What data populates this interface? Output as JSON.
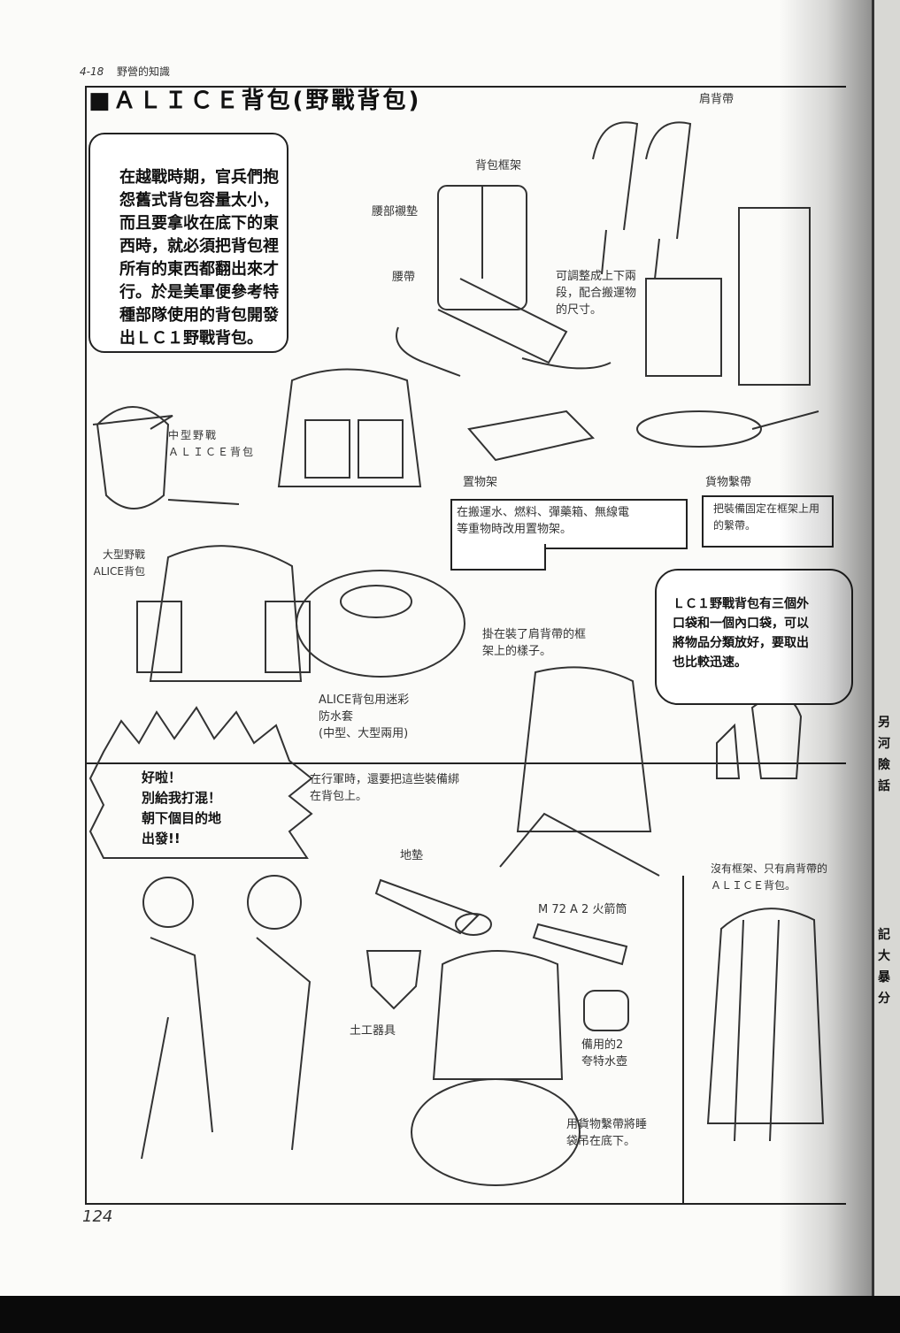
{
  "header": {
    "section": "4-18",
    "chapter": "野營的知識"
  },
  "title": "■ＡＬＩＣＥ背包(野戰背包)",
  "intro_bubble": [
    "在越戰時期，官兵們抱",
    "怨舊式背包容量太小，",
    "而且要拿收在底下的東",
    "西時，就必須把背包裡",
    "所有的東西都翻出來才",
    "行。於是美軍便參考特",
    "種部隊使用的背包開發",
    "出ＬＣ１野戰背包。"
  ],
  "labels": {
    "shoulder_strap": "肩背帶",
    "frame": "背包框架",
    "waist_pad": "腰部襯墊",
    "waist_belt": "腰帶",
    "adjustable": [
      "可調整成上下兩",
      "段，配合搬運物",
      "的尺寸。"
    ],
    "medium_pack": [
      "中型野戰",
      "ＡＬＩＣＥ背包"
    ],
    "shelf": "置物架",
    "cargo_strap": "貨物繫帶",
    "shelf_note": [
      "在搬運水、燃料、彈藥箱、無線電",
      "等重物時改用置物架。"
    ],
    "cargo_note": [
      "把裝備固定在框架上用",
      "的繫帶。"
    ],
    "large_pack": [
      "大型野戰",
      "ALICE背包"
    ],
    "on_frame": [
      "掛在裝了肩背帶的框",
      "架上的樣子。"
    ],
    "cover": [
      "ALICE背包用迷彩",
      "防水套",
      "(中型、大型兩用)"
    ],
    "march_note": [
      "在行軍時，還要把這些裝備綁",
      "在背包上。"
    ],
    "mat": "地墊",
    "frameless": [
      "沒有框架、只有肩背帶的",
      "ＡＬＩＣＥ背包。"
    ],
    "rocket": "M 72 A 2 火箭筒",
    "shovel": "土工器具",
    "canteen": [
      "備用的2",
      "夸特水壺"
    ],
    "sleeping_bag": [
      "用貨物繫帶將睡",
      "袋吊在底下。"
    ]
  },
  "lc1_bubble": [
    "ＬＣ１野戰背包有三個外",
    "口袋和一個內口袋，可以",
    "將物品分類放好，要取出",
    "也比較迅速。"
  ],
  "shout_bubble": [
    "好啦！",
    "別給我打混！",
    "朝下個目的地",
    "出發!!"
  ],
  "page_number": "124",
  "next_page_text": [
    "另",
    "河",
    "險",
    "話",
    "記",
    "大",
    "暴",
    "分"
  ]
}
